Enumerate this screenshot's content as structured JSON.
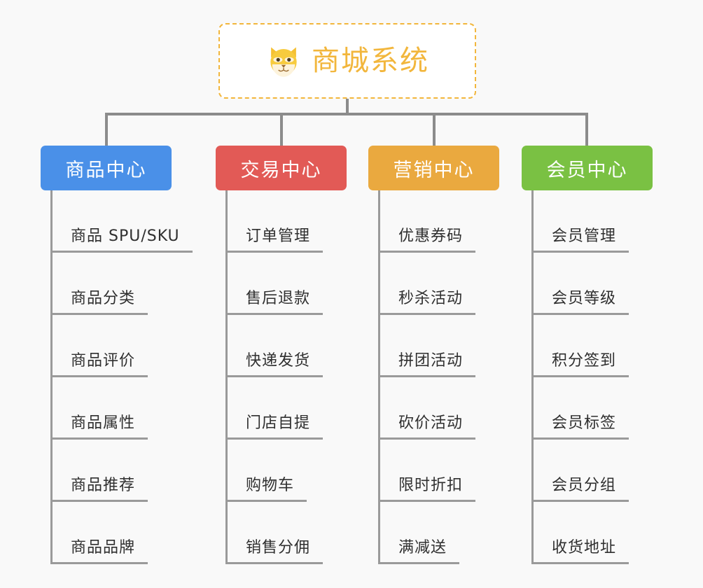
{
  "background_color": "#f9f9f9",
  "root": {
    "title": "商城系统",
    "icon": "shiba-dog-face-icon",
    "text_color": "#f2b63c",
    "border_color": "#f2b63c",
    "fill_color": "#ffffff"
  },
  "connector_color": "#8c8c8c",
  "branches": [
    {
      "label": "商品中心",
      "color": "#4a90e8",
      "leaves": [
        "商品 SPU/SKU",
        "商品分类",
        "商品评价",
        "商品属性",
        "商品推荐",
        "商品品牌"
      ]
    },
    {
      "label": "交易中心",
      "color": "#e25a56",
      "leaves": [
        "订单管理",
        "售后退款",
        "快递发货",
        "门店自提",
        "购物车",
        "销售分佣"
      ]
    },
    {
      "label": "营销中心",
      "color": "#eaa93f",
      "leaves": [
        "优惠券码",
        "秒杀活动",
        "拼团活动",
        "砍价活动",
        "限时折扣",
        "满减送"
      ]
    },
    {
      "label": "会员中心",
      "color": "#7ac143",
      "leaves": [
        "会员管理",
        "会员等级",
        "积分签到",
        "会员标签",
        "会员分组",
        "收货地址"
      ]
    }
  ]
}
